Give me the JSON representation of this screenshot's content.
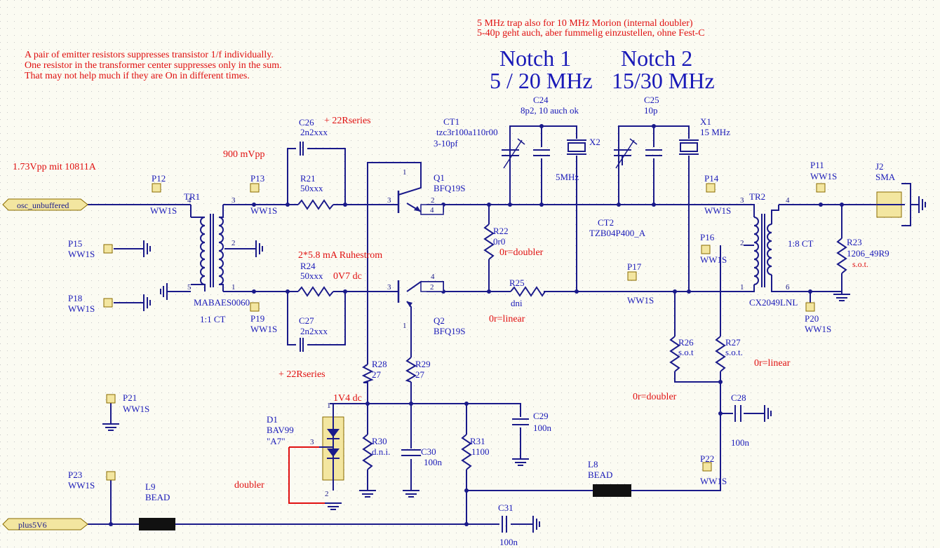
{
  "ports": {
    "osc": "osc_unbuffered",
    "supply": "plus5V6"
  },
  "notes": {
    "emitter_1": "A pair of emitter resistors suppresses transistor 1/f  individually.",
    "emitter_2": "One resistor in the transformer center suppresses only in the sum.",
    "emitter_3": "That may not help much if they are On in different times.",
    "trap_1": "5 MHz trap also for 10 MHz Morion (internal doubler)",
    "trap_2": "5-40p geht auch, aber fummelig einzustellen, ohne Fest-C",
    "amplitude": "1.73Vpp mit 10811A",
    "mvpp": "900 mVpp",
    "ruhestrom": "2*5.8 mA Ruhestrom",
    "v07": "0V7 dc",
    "v14": "1V4 dc",
    "series_top": "+ 22Rseries",
    "series_bottom": "+ 22Rseries",
    "doubler_1": "0r=doubler",
    "linear_1": "0r=linear",
    "linear_2": "0r=linear",
    "doubler_2": "0r=doubler",
    "doubler_3": "doubler"
  },
  "headings": {
    "notch1": "Notch 1",
    "notch1_freq": "5 / 20 MHz",
    "notch2": "Notch 2",
    "notch2_freq": "15/30 MHz"
  },
  "labels": {
    "c26": "C26",
    "c26_val": "2n2xxx",
    "r21": "R21",
    "r21_val": "50xxx",
    "r24": "R24",
    "r24_val": "50xxx",
    "c27": "C27",
    "c27_val": "2n2xxx",
    "q1": "Q1",
    "q1_val": "BFQ19S",
    "q2": "Q2",
    "q2_val": "BFQ19S",
    "ct1": "CT1",
    "ct1_val": "tzc3r100a110r00",
    "ct1_range": "3-10pf",
    "c24": "C24",
    "c24_val": "8p2, 10 auch ok",
    "c25": "C25",
    "c25_val": "10p",
    "x2": "X2",
    "x2_val": "5MHz",
    "x1": "X1",
    "x1_val": "15 MHz",
    "ct2": "CT2",
    "ct2_val": "TZB04P400_A",
    "r22": "R22",
    "r22_val": "0r0",
    "r25": "R25",
    "r25_val": "dni",
    "tr1": "TR1",
    "tr1_val": "MABAES0060",
    "tr1_ratio": "1:1  CT",
    "tr2": "TR2",
    "tr2_val": "CX2049LNL",
    "tr2_ratio": "1:8  CT",
    "j2": "J2",
    "j2_val": "SMA",
    "r23": "R23",
    "r23_val": "1206_49R9",
    "r23_sot": "s.o.t.",
    "r26": "R26",
    "r26_val": "s.o.t",
    "r27": "R27",
    "r27_val": "s.o.t.",
    "c28": "C28",
    "c28_val": "100n",
    "c29": "C29",
    "c29_val": "100n",
    "c30": "C30",
    "c30_val": "100n",
    "r31": "R31",
    "r31_val": "1100",
    "r28": "R28",
    "r28_val": "27",
    "r29": "R29",
    "r29_val": "27",
    "r30": "R30",
    "r30_val": "d.n.i.",
    "d1": "D1",
    "d1_val": "BAV99",
    "d1_code": "\"A7\"",
    "l8": "L8",
    "l8_val": "BEAD",
    "l9": "L9",
    "l9_val": "BEAD",
    "c31": "C31",
    "c31_val": "100n"
  },
  "tps": {
    "ww": "WW1S",
    "p11": "P11",
    "p12": "P12",
    "p13": "P13",
    "p14": "P14",
    "p15": "P15",
    "p16": "P16",
    "p17": "P17",
    "p18": "P18",
    "p19": "P19",
    "p20": "P20",
    "p21": "P21",
    "p22": "P22",
    "p23": "P23"
  },
  "pins": {
    "p1": "1",
    "p2": "2",
    "p3": "3",
    "p4": "4",
    "p5": "5",
    "p6": "6"
  },
  "colors": {
    "wire": "#1a1a8a",
    "note": "#e01010",
    "label": "#1a1ab8",
    "part_fill": "#f3e6a0",
    "background": "#fbfbf2"
  }
}
